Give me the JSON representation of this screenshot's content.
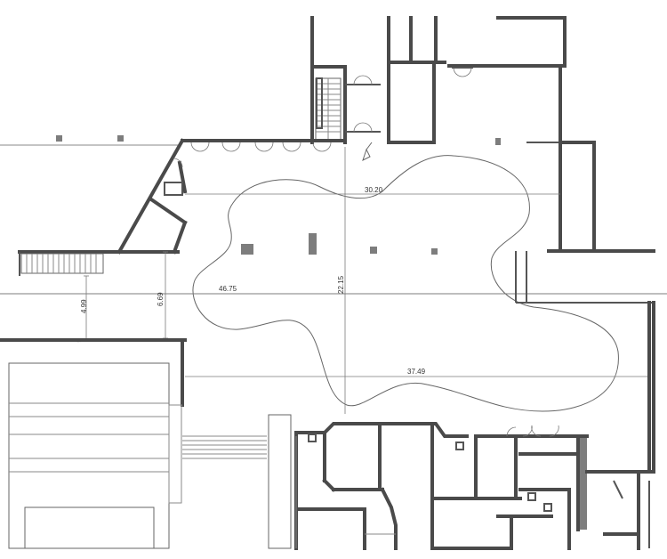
{
  "dimensions": {
    "d1": "30.20",
    "d2": "46.75",
    "d3": "22.15",
    "d4": "37.49",
    "d5": "4.99",
    "d6": "6.69"
  },
  "colors": {
    "wall": "#4a4a4a",
    "line": "#8a8a8a",
    "column": "#7d7d7d",
    "background": "#ffffff"
  }
}
